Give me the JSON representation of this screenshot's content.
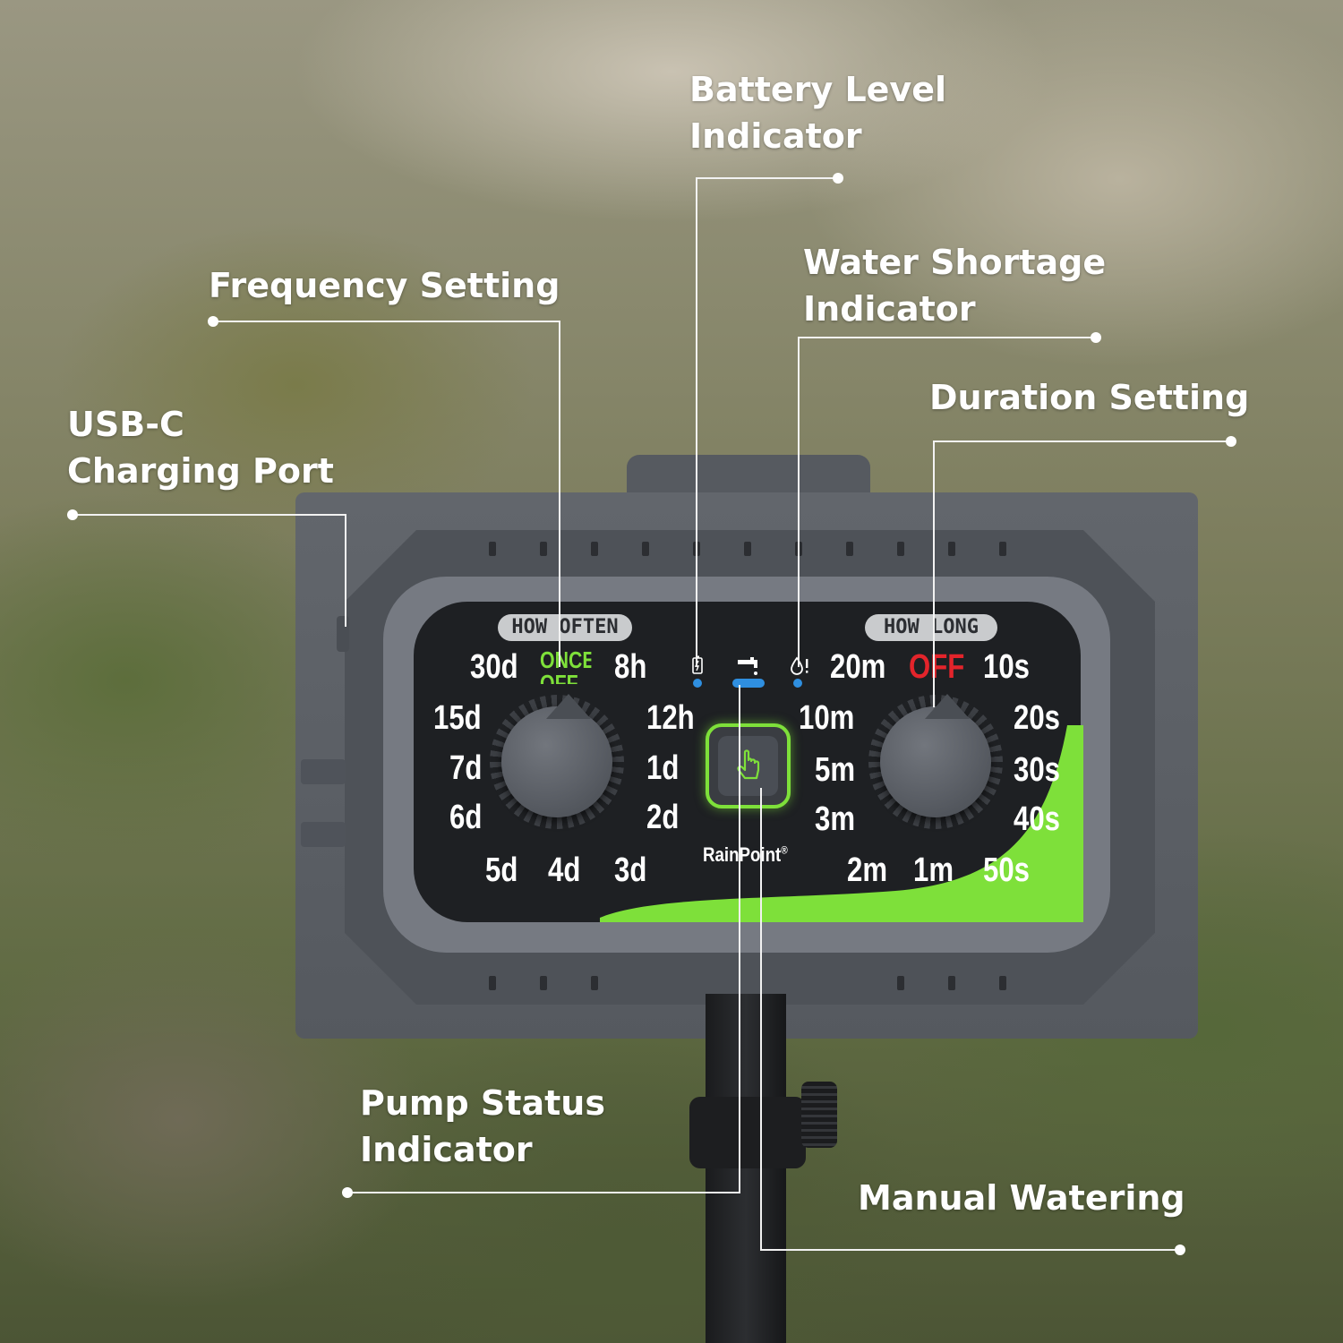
{
  "colors": {
    "accent_green": "#7ee03a",
    "off_red": "#e3242b",
    "led_blue": "#2f8fe0",
    "device_gray": "#5a5e64",
    "label_white": "#ffffff"
  },
  "callouts": {
    "battery_level": [
      "Battery Level",
      "Indicator"
    ],
    "frequency_setting": "Frequency Setting",
    "water_shortage": [
      "Water Shortage",
      "Indicator"
    ],
    "usb_c": [
      "USB-C",
      "Charging Port"
    ],
    "duration_setting": "Duration Setting",
    "pump_status": [
      "Pump Status",
      "Indicator"
    ],
    "manual_watering": "Manual Watering"
  },
  "device": {
    "brand": "RainPoint",
    "brand_mark": "®",
    "how_often": {
      "title": "HOW OFTEN",
      "options": [
        "30d",
        "ONCE OFF",
        "8h",
        "15d",
        "12h",
        "7d",
        "1d",
        "6d",
        "2d",
        "5d",
        "4d",
        "3d"
      ]
    },
    "how_long": {
      "title": "HOW LONG",
      "options": [
        "20m",
        "OFF",
        "10s",
        "10m",
        "20s",
        "5m",
        "30s",
        "3m",
        "40s",
        "2m",
        "1m",
        "50s"
      ]
    },
    "indicator_icons": [
      "battery-icon",
      "faucet-icon",
      "water-drop-alert-icon"
    ],
    "manual_icon": "hand-press-icon"
  }
}
